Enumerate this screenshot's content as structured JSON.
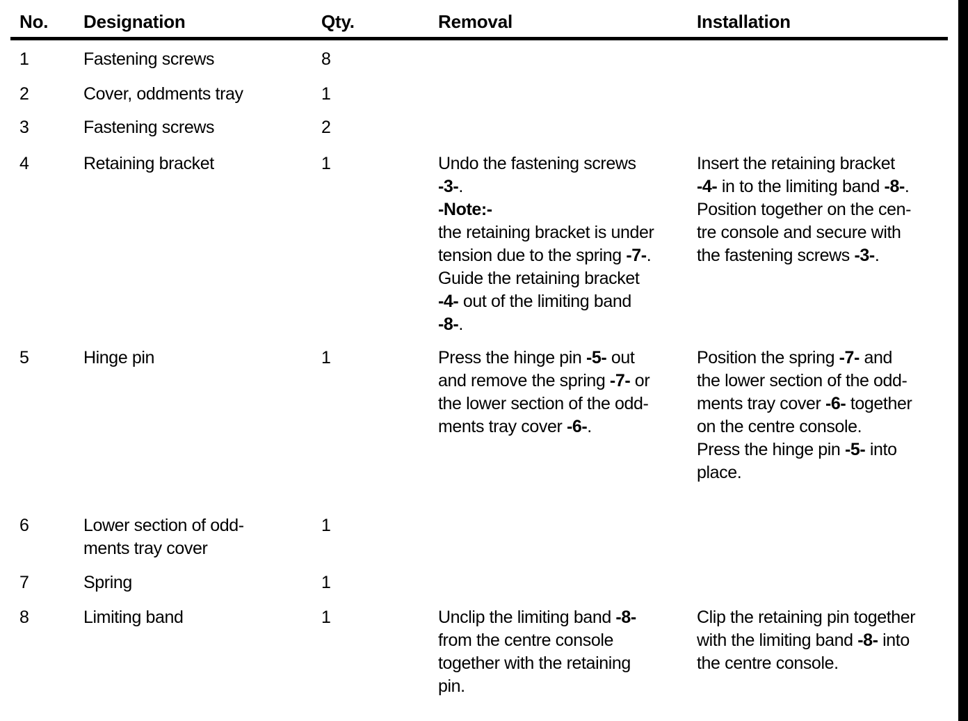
{
  "table": {
    "headers": {
      "no": "No.",
      "designation": "Designation",
      "qty": "Qty.",
      "removal": "Removal",
      "installation": "Installation"
    },
    "rows": [
      {
        "no": "1",
        "designation": [
          "Fastening screws"
        ],
        "qty": "8",
        "removal": [],
        "installation": []
      },
      {
        "no": "2",
        "designation": [
          "Cover, oddments tray"
        ],
        "qty": "1",
        "removal": [],
        "installation": []
      },
      {
        "no": "3",
        "designation": [
          "Fastening screws"
        ],
        "qty": "2",
        "removal": [],
        "installation": []
      },
      {
        "no": "4",
        "designation": [
          "Retaining bracket"
        ],
        "qty": "1",
        "removal": [
          [
            "Undo the fastening screws"
          ],
          [
            {
              "t": "-3-",
              "b": true
            },
            "."
          ],
          [
            {
              "t": "-Note:-",
              "b": true
            }
          ],
          [
            "the retaining bracket is under"
          ],
          [
            "tension due to the spring ",
            {
              "t": "-7-",
              "b": true
            },
            "."
          ],
          [
            "Guide the retaining bracket"
          ],
          [
            {
              "t": "-4-",
              "b": true
            },
            " out of the limiting band"
          ],
          [
            {
              "t": "-8-",
              "b": true
            },
            "."
          ]
        ],
        "installation": [
          [
            "Insert the retaining bracket"
          ],
          [
            {
              "t": "-4-",
              "b": true
            },
            " in to the limiting band ",
            {
              "t": "-8-",
              "b": true
            },
            "."
          ],
          [
            "Position together on the cen-"
          ],
          [
            "tre console and secure with"
          ],
          [
            "the fastening screws ",
            {
              "t": "-3-",
              "b": true
            },
            "."
          ]
        ]
      },
      {
        "no": "5",
        "designation": [
          "Hinge pin"
        ],
        "qty": "1",
        "removal": [
          [
            "Press the hinge pin ",
            {
              "t": "-5-",
              "b": true
            },
            " out"
          ],
          [
            "and remove the spring ",
            {
              "t": "-7-",
              "b": true
            },
            " or"
          ],
          [
            "the lower section of the odd-"
          ],
          [
            "ments tray cover ",
            {
              "t": "-6-",
              "b": true
            },
            "."
          ]
        ],
        "installation": [
          [
            "Position the spring ",
            {
              "t": "-7-",
              "b": true
            },
            " and"
          ],
          [
            "the lower section of the odd-"
          ],
          [
            "ments tray cover ",
            {
              "t": "-6-",
              "b": true
            },
            " together"
          ],
          [
            "on the centre console."
          ],
          [
            "Press the hinge pin ",
            {
              "t": "-5-",
              "b": true
            },
            " into"
          ],
          [
            "place."
          ]
        ]
      },
      {
        "no": "6",
        "designation": [
          "Lower section of odd-",
          "ments tray cover"
        ],
        "qty": "1",
        "removal": [],
        "installation": []
      },
      {
        "no": "7",
        "designation": [
          "Spring"
        ],
        "qty": "1",
        "removal": [],
        "installation": []
      },
      {
        "no": "8",
        "designation": [
          "Limiting band"
        ],
        "qty": "1",
        "removal": [
          [
            "Unclip the limiting band ",
            {
              "t": "-8-",
              "b": true
            }
          ],
          [
            "from the centre console"
          ],
          [
            "together with the retaining"
          ],
          [
            "pin."
          ]
        ],
        "installation": [
          [
            "Clip the retaining pin together"
          ],
          [
            "with the limiting band ",
            {
              "t": "-8-",
              "b": true
            },
            " into"
          ],
          [
            "the centre console."
          ]
        ]
      }
    ]
  }
}
